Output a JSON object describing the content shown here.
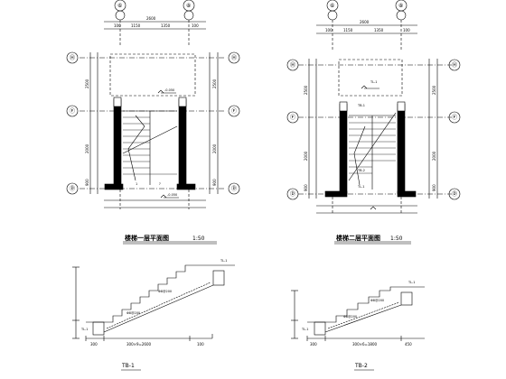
{
  "plan1": {
    "axes_top": [
      "⑥",
      "⑧"
    ],
    "axes_left": [
      "Ⓗ",
      "Ⓕ",
      "Ⓓ"
    ],
    "axes_right": [
      "Ⓗ",
      "Ⓕ",
      "Ⓓ"
    ],
    "dim_top_total": "2600",
    "dim_top_parts": [
      "100",
      "1150",
      "1350",
      "100"
    ],
    "dim_side": [
      "2500",
      "2000",
      "900",
      "2500",
      "2000",
      "900"
    ],
    "level_text": "-0.050",
    "level_text_bottom": "-0.050",
    "stair_marks": [
      "1",
      "?"
    ],
    "caption": "楼梯一层平面图",
    "scale": "1:50"
  },
  "plan2": {
    "axes_top": [
      "⑥",
      "⑧"
    ],
    "axes_left": [
      "Ⓗ",
      "Ⓕ",
      "Ⓓ"
    ],
    "axes_right": [
      "Ⓗ",
      "Ⓕ",
      "Ⓓ"
    ],
    "dim_top_total": "2600",
    "dim_top_parts": [
      "100",
      "1150",
      "1350",
      "100"
    ],
    "dim_side": [
      "2500",
      "2000",
      "900",
      "2500",
      "2000",
      "900"
    ],
    "labels": [
      "TL-1",
      "TB-1",
      "TB-2",
      "TL-1"
    ],
    "caption": "楼梯二层平面图",
    "scale": "1:50"
  },
  "section1": {
    "caption": "TB-1",
    "dims": [
      "300×9=2600",
      "300",
      "100"
    ],
    "rebar": [
      "Φ8@200",
      "Φ8@200"
    ],
    "label_left": "TL-1",
    "label_top": "TL-1"
  },
  "section2": {
    "caption": "TB-2",
    "dims": [
      "300×6=1800",
      "300",
      "450"
    ],
    "rebar": [
      "Φ8@200",
      "Φ8@200"
    ],
    "label_left": "TL-1",
    "label_top": "TL-1"
  }
}
